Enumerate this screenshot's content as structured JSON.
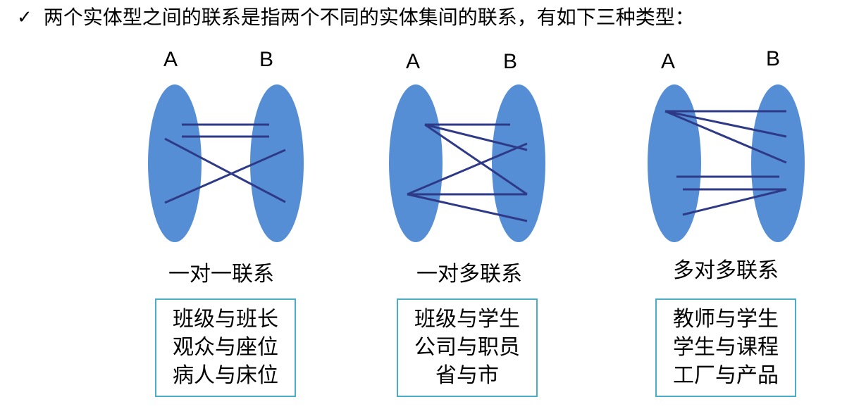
{
  "heading": {
    "check_icon": "✓",
    "text": "两个实体型之间的联系是指两个不同的实体集间的联系，有如下三种类型："
  },
  "colors": {
    "ellipse": "#558ed5",
    "line": "#2e3a87",
    "box_border": "#4aacc6"
  },
  "panels": [
    {
      "a_label": "A",
      "b_label": "B",
      "caption": "一对一联系",
      "examples": [
        "班级与班长",
        "观众与座位",
        "病人与床位"
      ]
    },
    {
      "a_label": "A",
      "b_label": "B",
      "caption": "一对多联系",
      "examples": [
        "班级与学生",
        "公司与职员",
        "省与市"
      ]
    },
    {
      "a_label": "A",
      "b_label": "B",
      "caption": "多对多联系",
      "examples": [
        "教师与学生",
        "学生与课程",
        "工厂与产品"
      ]
    }
  ]
}
